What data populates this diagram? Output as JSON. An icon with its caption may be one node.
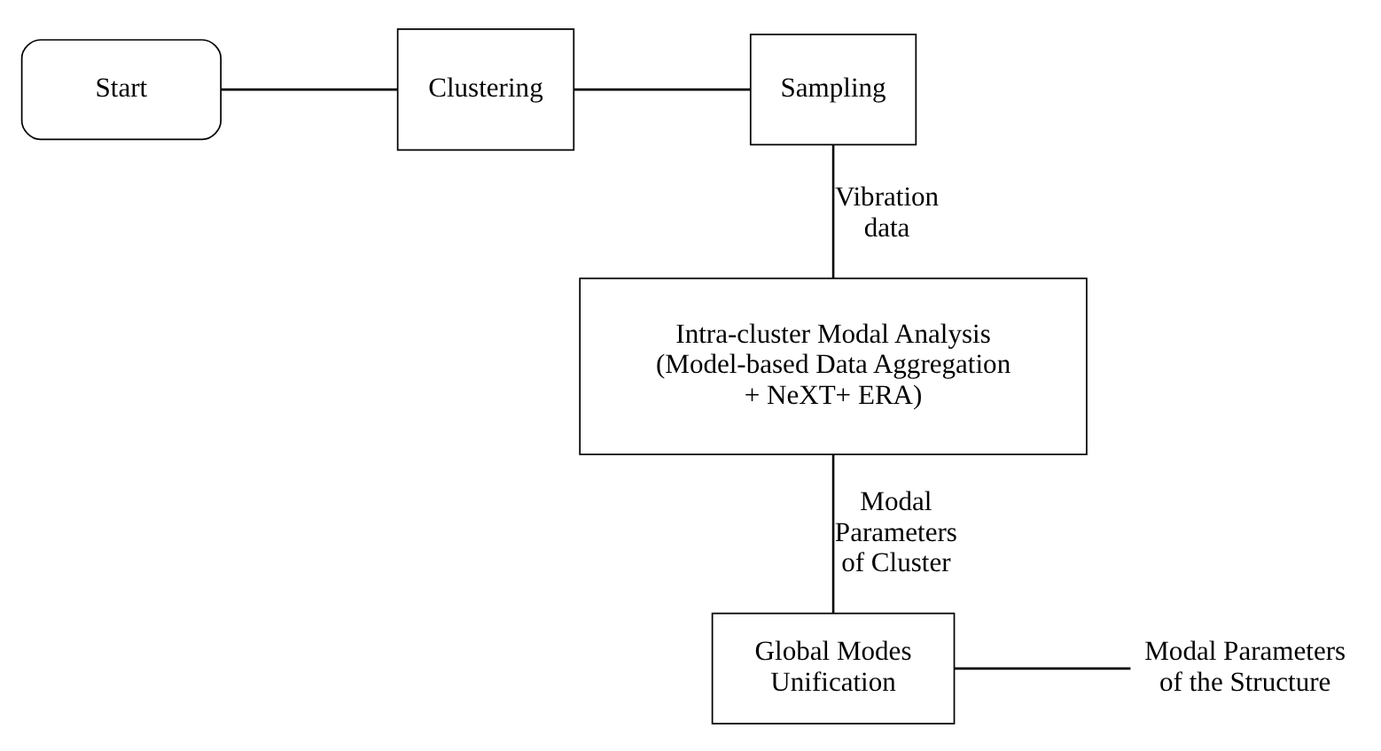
{
  "diagram": {
    "nodes": [
      {
        "text": [
          "Start"
        ]
      },
      {
        "text": [
          "Clustering"
        ]
      },
      {
        "text": [
          "Sampling"
        ]
      },
      {
        "text": [
          "Intra-cluster Modal Analysis (Model-based Data Aggregation + NeXT+ ERA)"
        ]
      },
      {
        "text": [
          "Global Modes Unification"
        ]
      },
      {
        "text": [
          "Modal Parameters of the Structure"
        ]
      }
    ],
    "edges": [
      {
        "from": 0,
        "to": 1,
        "arrow": "none"
      },
      {
        "from": 1,
        "to": 2,
        "arrow": "none"
      },
      {
        "from": 2,
        "to": 3,
        "arrow": "none",
        "label": "Vibration data"
      },
      {
        "from": 3,
        "to": 4,
        "arrow": "none",
        "label": "Modal Parameters of Cluster"
      },
      {
        "from": 4,
        "to": 5,
        "arrow": "none"
      }
    ]
  }
}
